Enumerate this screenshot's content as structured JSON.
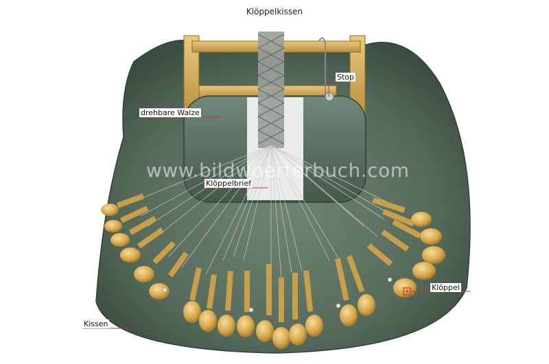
{
  "title": "Klöppelkissen",
  "labels": {
    "drehbare_walze": "drehbare Walze",
    "stop": "Stop",
    "kloeppelbrief": "Klöppelbrief",
    "kloeppel": "Klöppel",
    "kissen": "Kissen"
  },
  "watermark": "www.bildwoerterbuch.com",
  "colors": {
    "cushion": "#5d7262",
    "cushion_dark": "#3f5546",
    "frame_wood": "#d8b565",
    "bobbin": "#d8a94f",
    "leader_line": "#c0392b"
  }
}
